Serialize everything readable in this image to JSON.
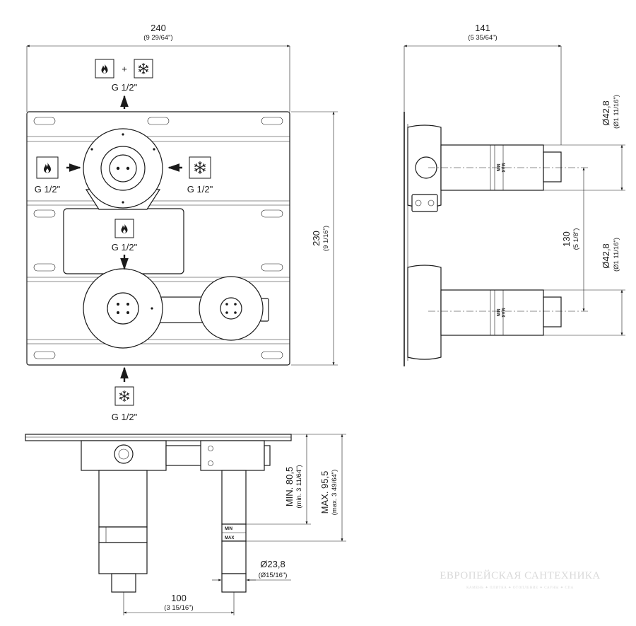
{
  "front_view": {
    "width_dim": {
      "value": "240",
      "imperial": "(9 29/64\")"
    },
    "height_dim": {
      "value": "230",
      "imperial": "(9 1/16\")"
    },
    "top_connection": {
      "thread": "G 1/2\"",
      "icons": [
        "flame-icon",
        "snowflake-icon"
      ],
      "plus_sign": "+"
    },
    "left_connection": {
      "thread": "G 1/2\"",
      "icon": "flame-icon"
    },
    "right_connection": {
      "thread": "G 1/2\"",
      "icon": "snowflake-icon"
    },
    "center_connection": {
      "thread": "G 1/2\"",
      "icon": "flame-icon"
    },
    "bottom_connection": {
      "thread": "G 1/2\"",
      "icon": "snowflake-icon"
    }
  },
  "side_view": {
    "depth_dim": {
      "value": "141",
      "imperial": "(5 35/64\")"
    },
    "upper_diameter": {
      "value": "Ø42,8",
      "imperial": "(Ø1 11/16\")"
    },
    "lower_diameter": {
      "value": "Ø42,8",
      "imperial": "(Ø1 11/16\")"
    },
    "spacing_dim": {
      "value": "130",
      "imperial": "(5 1/8\")"
    },
    "min_label": "MIN",
    "max_label": "MAX"
  },
  "top_view": {
    "min_depth": {
      "value": "MIN. 80,5",
      "imperial": "(min. 3 11/64\")"
    },
    "max_depth": {
      "value": "MAX. 95,5",
      "imperial": "(max. 3 49/64\")"
    },
    "pipe_diameter": {
      "value": "Ø23,8",
      "imperial": "(Ø15/16\")"
    },
    "spacing_dim": {
      "value": "100",
      "imperial": "(3 15/16\")"
    },
    "min_label": "MIN",
    "max_label": "MAX"
  },
  "watermark": {
    "title": "ЕВРОПЕЙСКАЯ САНТЕХНИКА",
    "subtitle": "КАМЕНЬ ✦ ПЛИТКА ✦ ОТОПЛЕНИЕ ✦ САУНЫ ✦ СПА"
  }
}
